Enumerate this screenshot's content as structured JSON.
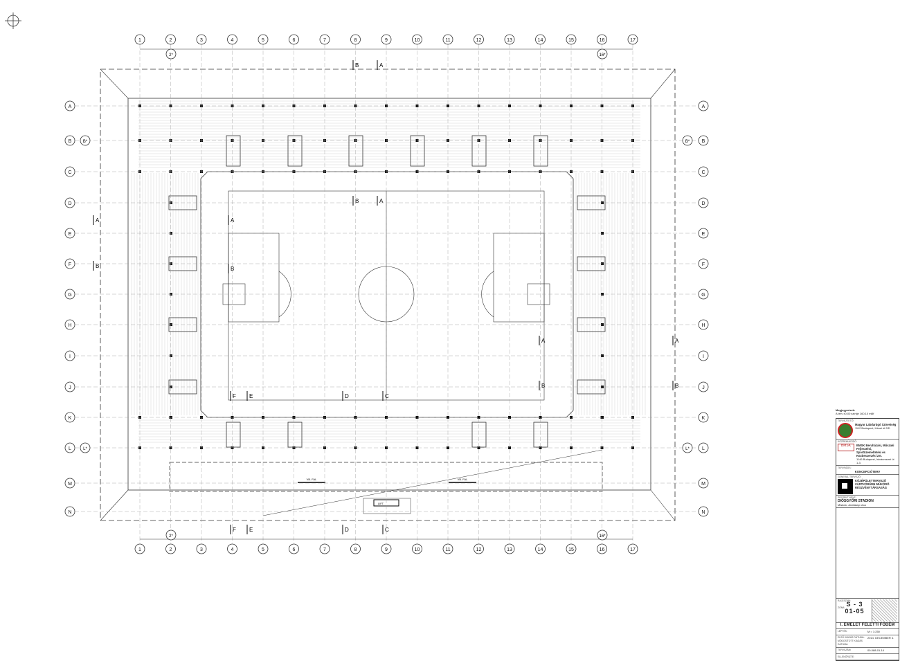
{
  "grid": {
    "columns": [
      "1",
      "2",
      "3",
      "4",
      "5",
      "6",
      "7",
      "8",
      "9",
      "10",
      "11",
      "12",
      "13",
      "14",
      "15",
      "16",
      "17"
    ],
    "rows": [
      "A",
      "B",
      "C",
      "D",
      "E",
      "F",
      "G",
      "H",
      "I",
      "J",
      "K",
      "L",
      "M",
      "N"
    ],
    "aux_columns": [
      "2*",
      "16*"
    ],
    "aux_rows": [
      "B*",
      "L*"
    ]
  },
  "sections": {
    "a": "A",
    "b": "B",
    "c": "C",
    "d": "D",
    "e": "E",
    "f": "F"
  },
  "annotations": {
    "wall_label": "VB. FAL",
    "lift_label": "LIFT"
  },
  "title_block": {
    "note_heading": "Megjegyzések:",
    "note_text": "A terv ±0,00 szintje 160,10 mBf",
    "client_label": "TERVEZTETŐ:",
    "client_name": "Magyar Labdarúgó Szövetség",
    "client_address": "1112 Budapest, Kánai út 2/D",
    "contractor_label": "KÖZREMŰKÖDŐ:",
    "contractor_logo": "BMSK",
    "contractor_name": "BMSK Beruházási, Műszaki Fejlesztési, Sportüzemeltetési és Közbeszerzési Zrt.",
    "contractor_address": "1146 Budapest, Istvánmezei út 1-3.",
    "phase_label": "TERVFÁZIS:",
    "phase_value": "KONCEPCIÓTERV",
    "designer_label": "GENERÁL TERVEZŐ:",
    "designer_name": "KÖZÉPÜLETTERVEZŐ ZÁRTKÖRŰEN MŰKÖDŐ RÉSZVÉNYTÁRSASÁG",
    "project_label": "PROJEKT NEVE:",
    "project_name": "DIÓSGYŐRI STADION",
    "project_address": "Miskolc, Andrássy utca",
    "sheet_label": "RAJZSZÁM:",
    "sheet_number": "S - 3",
    "zone_label": "ZÓNA:",
    "zone_value": "01-05",
    "drawing_title": "I. EMELET FELETTI FÖDÉM",
    "scale_label": "LÉPTÉK:",
    "scale_value": "M = 1:250",
    "date_label": "ELSŐ KIADÁS DÁTUMA:",
    "date_value": "2014. DECEMBER 4.",
    "modified_label": "MÓDOSÍTOTT KIADÁS DÁTUMA:",
    "number_label": "TERVSZÁM:",
    "number_value": "00-088-01-14",
    "checked_label": "ELLENŐRIZTE:"
  },
  "colors": {
    "line": "#333333",
    "light": "#9a9a9a"
  }
}
